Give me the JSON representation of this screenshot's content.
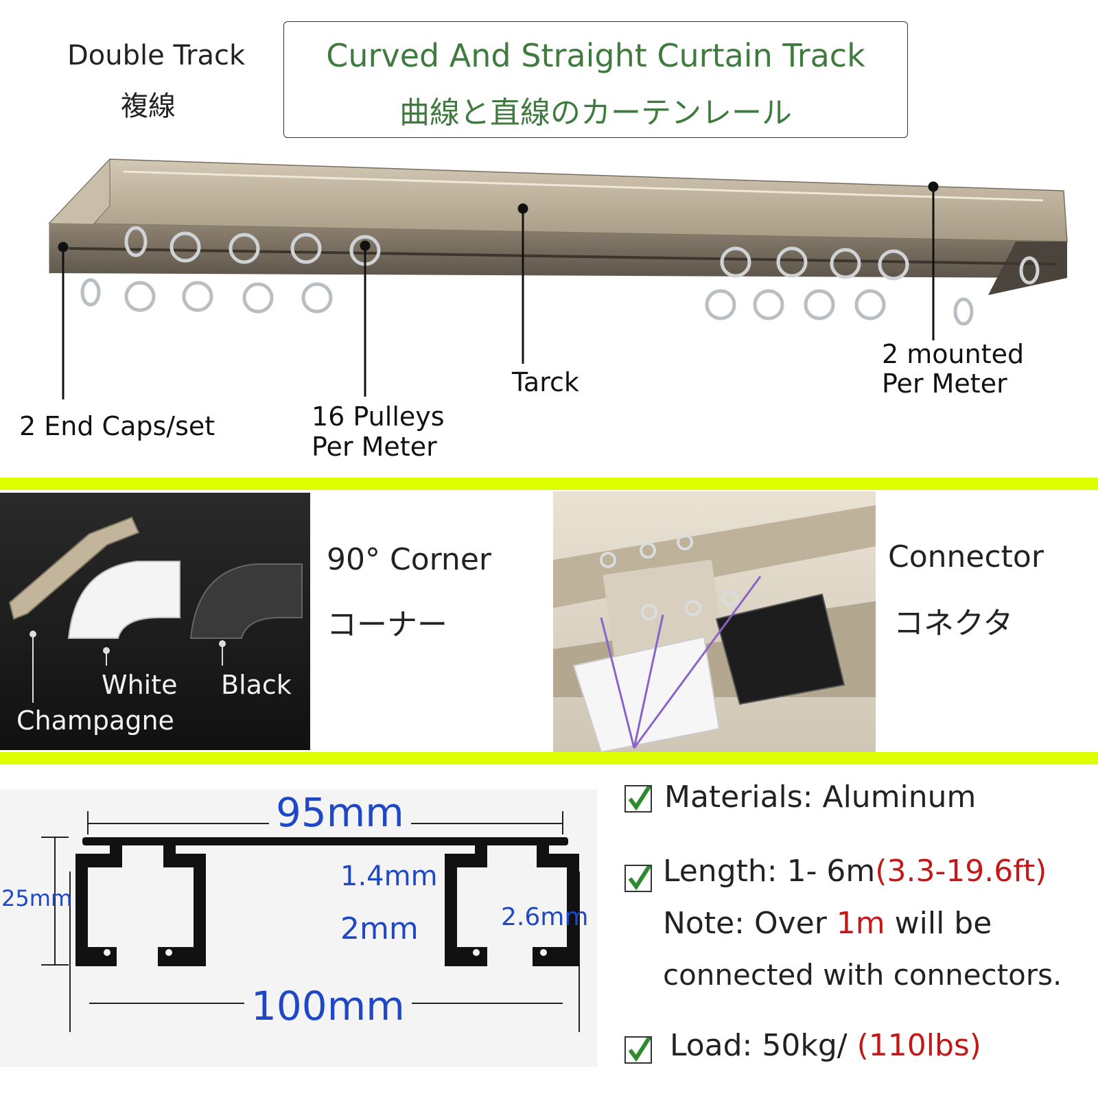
{
  "header": {
    "double_track_en": "Double Track",
    "double_track_jp": "複線",
    "title_en": "Curved And Straight Curtain Track",
    "title_jp": "曲線と直線のカーテンレール"
  },
  "callouts": {
    "end_caps": "2 End Caps/set",
    "pulleys_line1": "16 Pulleys",
    "pulleys_line2": "Per Meter",
    "track": "Tarck",
    "mounted_line1": "2 mounted",
    "mounted_line2": "Per Meter"
  },
  "corner": {
    "champagne": "Champagne",
    "white": "White",
    "black": "Black",
    "title_en": "90° Corner",
    "title_jp": "コーナー"
  },
  "connector": {
    "title_en": "Connector",
    "title_jp": "コネクタ"
  },
  "dimensions": {
    "width_top": "95mm",
    "width_bottom": "100mm",
    "height": "25mm",
    "wall": "1.4mm",
    "gap": "2mm",
    "inner": "2.6mm"
  },
  "specs": {
    "materials": "Materials: Aluminum",
    "length_prefix": "Length: 1- 6m",
    "length_ft": "(3.3-19.6ft)",
    "note_prefix": "Note: Over ",
    "note_red": "1m",
    "note_suffix": " will be",
    "note_line2": "connected with connectors.",
    "load_prefix": "Load: 50kg/ ",
    "load_lbs": "(110lbs)"
  },
  "colors": {
    "title_green": "#3f7a3f",
    "divider_yellow": "#ddff00",
    "dimension_blue": "#1f48c6",
    "highlight_red": "#c41818",
    "track_champagne": "#b5a893"
  }
}
